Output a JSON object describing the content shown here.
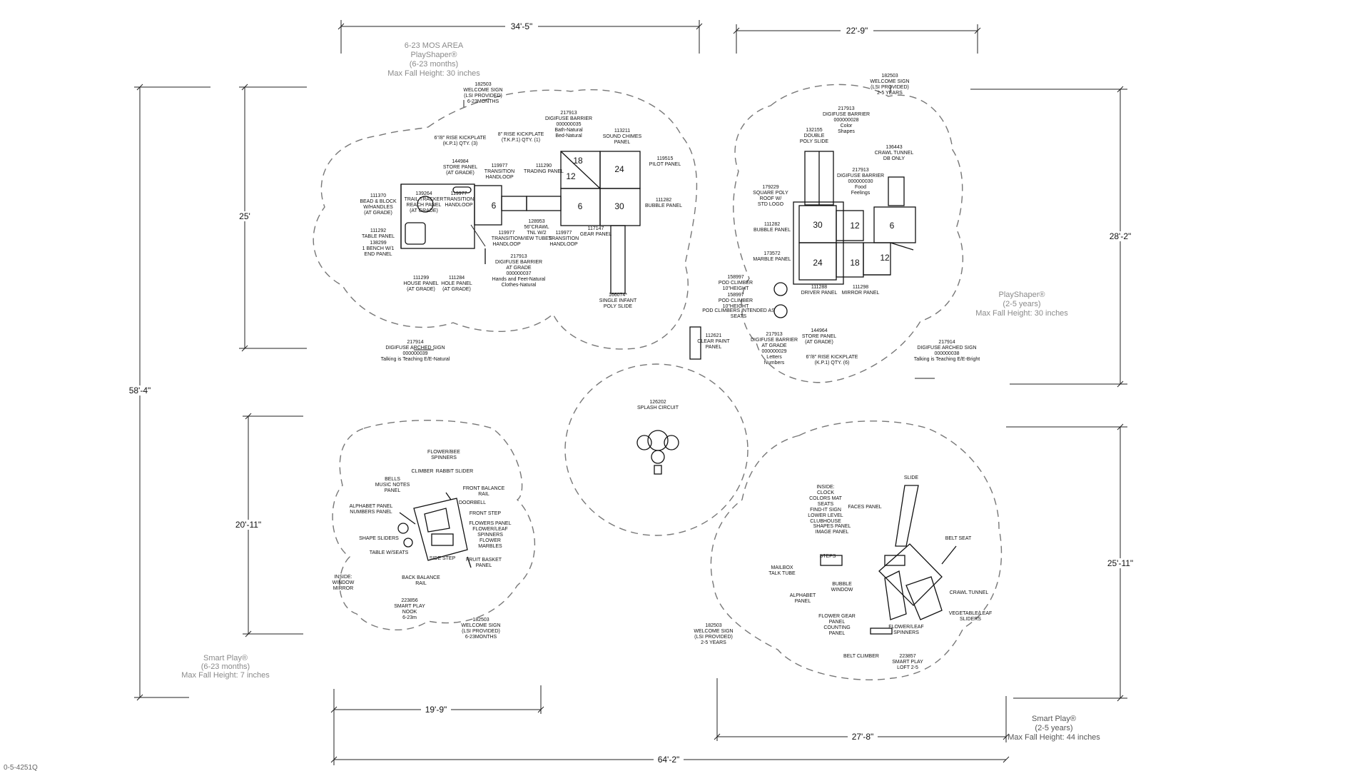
{
  "dimensions": {
    "top_left_width": "34'-5\"",
    "top_right_width": "22'-9\"",
    "overall_height": "58'-4\"",
    "top_left_height": "25'",
    "top_right_height": "28'-2\"",
    "bottom_left_height": "20'-11\"",
    "bottom_right_height": "25'-11\"",
    "bottom_left_width": "19'-9\"",
    "bottom_right_width": "27'-8\"",
    "overall_width": "64'-2\""
  },
  "areas": {
    "top_left": [
      "6-23 MOS AREA",
      "PlayShaper®",
      "(6-23 months)",
      "Max Fall Height: 30 inches"
    ],
    "top_right": [
      "PlayShaper®",
      "(2-5 years)",
      "Max Fall Height: 30 inches"
    ],
    "bottom_left": [
      "Smart Play®",
      "(6-23 months)",
      "Max Fall Height: 7 inches"
    ],
    "bottom_right": [
      "Smart Play®",
      "(2-5 years)",
      "Max Fall Height: 44 inches"
    ]
  },
  "deck_numbers": {
    "tl": [
      "18",
      "12",
      "24",
      "6",
      "6",
      "30"
    ],
    "tr": [
      "30",
      "12",
      "6",
      "24",
      "18",
      "12"
    ]
  },
  "footer_code": "0-5-4251Q",
  "labels": {
    "tl_welcome": [
      "182503",
      "WELCOME SIGN",
      "(LSI PROVIDED)",
      "6-23MONTHS"
    ],
    "tl_kick3": [
      "6\"/8\" RISE KICKPLATE",
      "(K.P.1) QTY. (3)"
    ],
    "tl_kick1": [
      "8\" RISE KICKPLATE",
      "(T.K.P.1) QTY. (1)"
    ],
    "tl_barrier_top": [
      "217913",
      "DIGIFUSE BARRIER",
      "000000035",
      "Bath-Natural",
      "Bed-Natural"
    ],
    "tl_sound": [
      "113211",
      "SOUND CHIMES",
      "PANEL"
    ],
    "tl_pilot": [
      "119515",
      "PILOT PANEL"
    ],
    "tl_store": [
      "144984",
      "STORE PANEL",
      "(AT GRADE)"
    ],
    "tl_trans1": [
      "119977",
      "TRANSITION",
      "HANDLOOP"
    ],
    "tl_trading": [
      "111290",
      "TRADING PANEL"
    ],
    "tl_bead": [
      "111370",
      "BEAD & BLOCK",
      "W/HANDLES",
      "(AT GRADE)"
    ],
    "tl_trail": [
      "139264",
      "TRAIL TRACKER",
      "REACH PANEL",
      "(AT GRADE)"
    ],
    "tl_trans2": [
      "119977",
      "TRANSITION",
      "HANDLOOP"
    ],
    "tl_bubble": [
      "111282",
      "BUBBLE PANEL"
    ],
    "tl_table": [
      "111292",
      "TABLE PANEL"
    ],
    "tl_bench": [
      "138299",
      "1 BENCH W/1",
      "END PANEL"
    ],
    "tl_crawl": [
      "128953",
      "56\"CRAWL",
      "TNL W/2",
      "VIEW TUBES"
    ],
    "tl_trans3": [
      "119977",
      "TRANSITION",
      "HANDLOOP"
    ],
    "tl_trans4": [
      "119977",
      "TRANSITION",
      "HANDLOOP"
    ],
    "tl_gear": [
      "117147",
      "GEAR PANEL"
    ],
    "tl_barrier_grade": [
      "217913",
      "DIGIFUSE BARRIER",
      "AT GRADE",
      "000000037",
      "Hands and Feet-Natural",
      "Clothes-Natural"
    ],
    "tl_house": [
      "111299",
      "HOUSE PANEL",
      "(AT GRADE)"
    ],
    "tl_hole": [
      "111284",
      "HOLE PANEL",
      "(AT GRADE)"
    ],
    "tl_slide": [
      "166074*",
      "SINGLE INFANT",
      "POLY SLIDE"
    ],
    "tl_sign": [
      "217914",
      "DIGIFUSE ARCHED SIGN",
      "000000039",
      "Talking is Teaching E/E-Natural"
    ],
    "tr_welcome": [
      "182503",
      "WELCOME SIGN",
      "(LSI PROVIDED)",
      "2-5 YEARS"
    ],
    "tr_barrier_color": [
      "217913",
      "DIGIFUSE BARRIER",
      "000000028",
      "Color",
      "Shapes"
    ],
    "tr_double_slide": [
      "132155",
      "DOUBLE",
      "POLY SLIDE"
    ],
    "tr_crawl": [
      "136443",
      "CRAWL TUNNEL",
      "DB ONLY"
    ],
    "tr_barrier_food": [
      "217913",
      "DIGIFUSE BARRIER",
      "000000030",
      "Food",
      "Feelings"
    ],
    "tr_roof": [
      "179229",
      "SQUARE POLY",
      "ROOF W/",
      "STD LOGO"
    ],
    "tr_bubble": [
      "111282",
      "BUBBLE PANEL"
    ],
    "tr_marble": [
      "173572",
      "MARBLE PANEL"
    ],
    "tr_pod1": [
      "158997",
      "POD CLIMBER",
      "10\"HEIGHT"
    ],
    "tr_pod2": [
      "158997",
      "POD CLIMBER",
      "10\"HEIGHT"
    ],
    "tr_pod_note": [
      "POD CLIMBERS INTENDED AS",
      "SEATS"
    ],
    "tr_driver": [
      "111288",
      "DRIVER PANEL"
    ],
    "tr_mirror": [
      "111298",
      "MIRROR PANEL"
    ],
    "tr_clear": [
      "112621",
      "CLEAR PAINT",
      "PANEL"
    ],
    "tr_barrier_letters": [
      "217913",
      "DIGIFUSE BARRIER",
      "AT GRADE",
      "000000029",
      "Letters",
      "Numbers"
    ],
    "tr_store": [
      "144964",
      "STORE PANEL",
      "(AT GRADE)"
    ],
    "tr_kick6": [
      "6\"/8\" RISE KICKPLATE",
      "(K.P.1) QTY. (6)"
    ],
    "tr_sign": [
      "217914",
      "DIGIFUSE ARCHED SIGN",
      "000000038",
      "Talking is Teaching E/E-Bright"
    ],
    "splash": [
      "126202",
      "SPLASH CIRCUIT"
    ],
    "bl_flower_spin": [
      "FLOWER/BEE",
      "SPINNERS"
    ],
    "bl_climber": [
      "CLIMBER"
    ],
    "bl_rabbit": [
      "RABBIT SLIDER"
    ],
    "bl_bells": [
      "BELLS",
      "MUSIC NOTES",
      "PANEL"
    ],
    "bl_front_rail": [
      "FRONT BALANCE",
      "RAIL"
    ],
    "bl_doorbell": [
      "DOORBELL"
    ],
    "bl_alphabet": [
      "ALPHABET PANEL",
      "NUMBERS PANEL"
    ],
    "bl_front_step": [
      "FRONT STEP"
    ],
    "bl_flowers_panel": [
      "FLOWERS PANEL",
      "FLOWER/LEAF",
      "SPINNERS",
      "FLOWER",
      "MARBLES"
    ],
    "bl_shape": [
      "SHAPE SLIDERS"
    ],
    "bl_table": [
      "TABLE W/SEATS"
    ],
    "bl_side_step": [
      "SIDE STEP"
    ],
    "bl_fruit": [
      "FRUIT BASKET",
      "PANEL"
    ],
    "bl_back_rail": [
      "BACK BALANCE",
      "RAIL"
    ],
    "bl_inside": [
      "INSIDE:",
      "WINDOW",
      "MIRROR"
    ],
    "bl_nook": [
      "223856",
      "SMART PLAY",
      "NOOK",
      "6-23m"
    ],
    "bl_welcome": [
      "182503",
      "WELCOME SIGN",
      "(LSI PROVIDED)",
      "6-23MONTHS"
    ],
    "br_slide": [
      "SLIDE"
    ],
    "br_inside": [
      "INSIDE:",
      "CLOCK",
      "COLORS MAT",
      "SEATS",
      "FIND-IT SIGN",
      "LOWER LEVEL",
      "CLUBHOUSE"
    ],
    "br_faces": [
      "FACES PANEL"
    ],
    "br_shapes": [
      "SHAPES PANEL",
      "IMAGE PANEL"
    ],
    "br_belt_seat": [
      "BELT SEAT"
    ],
    "br_steps": [
      "STEPS"
    ],
    "br_mailbox": [
      "MAILBOX",
      "TALK TUBE"
    ],
    "br_bubble_win": [
      "BUBBLE",
      "WINDOW"
    ],
    "br_crawl": [
      "CRAWL TUNNEL"
    ],
    "br_alphabet": [
      "ALPHABET",
      "PANEL"
    ],
    "br_veg": [
      "VEGETABLE/LEAF",
      "SLIDERS"
    ],
    "br_gear": [
      "FLOWER GEAR",
      "PANEL",
      "COUNTING",
      "PANEL"
    ],
    "br_flower_leaf": [
      "FLOWER/LEAF",
      "SPINNERS"
    ],
    "br_welcome": [
      "182503",
      "WELCOME SIGN",
      "(LSI PROVIDED)",
      "2-5 YEARS"
    ],
    "br_belt_climber": [
      "BELT CLIMBER"
    ],
    "br_loft": [
      "223857",
      "SMART PLAY",
      "LOFT 2-5"
    ]
  }
}
